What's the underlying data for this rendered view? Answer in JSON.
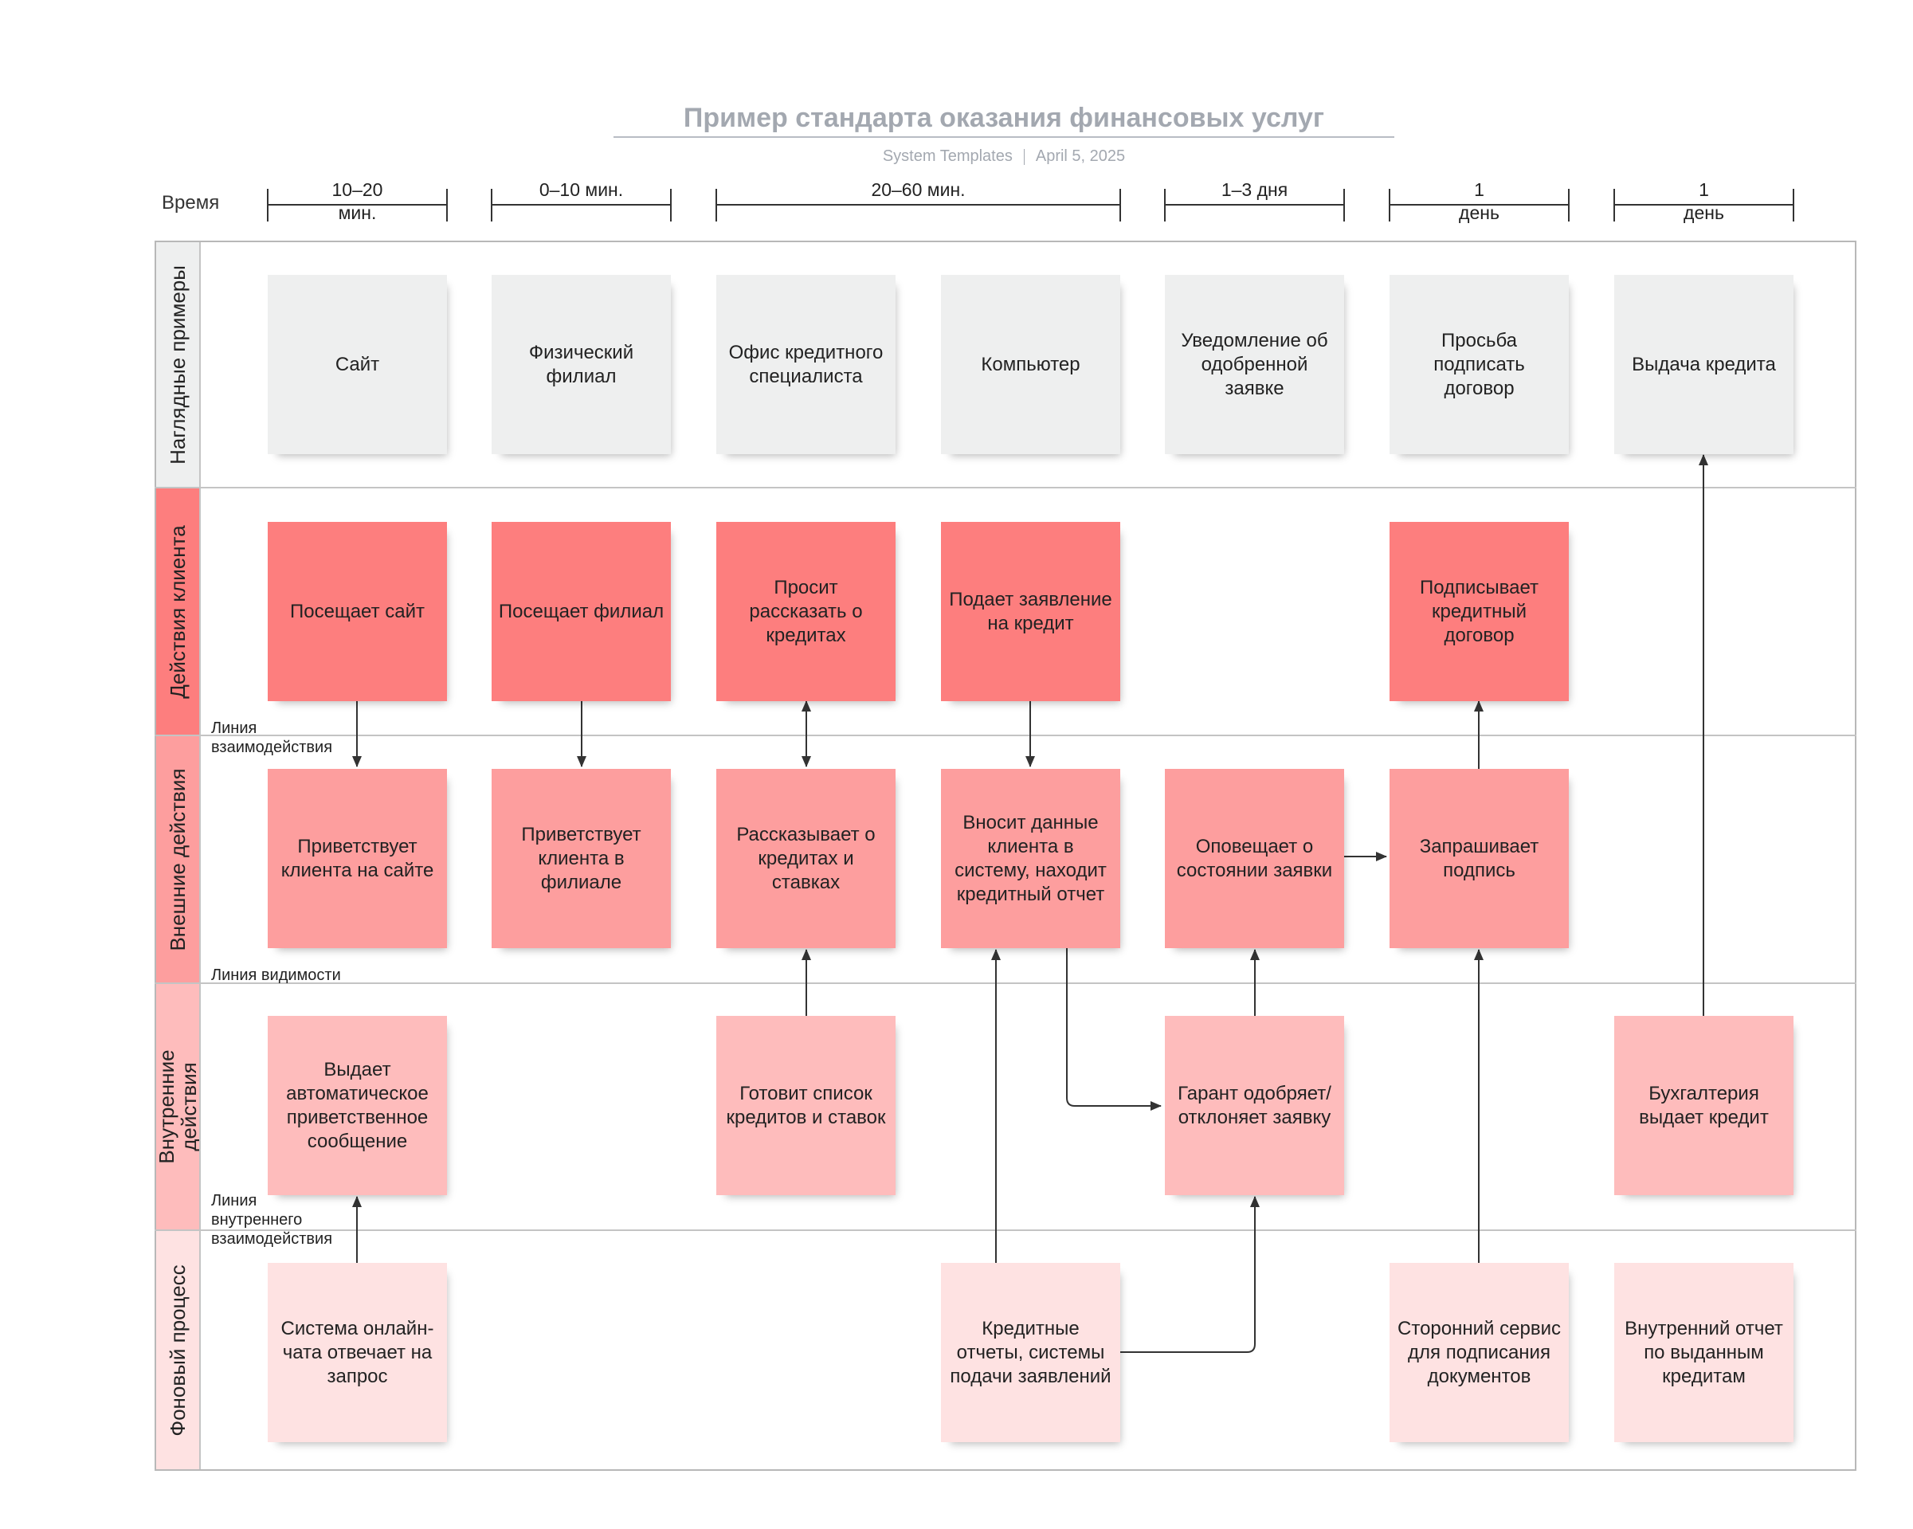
{
  "title": "Пример стандарта оказания финансовых услуг",
  "meta": {
    "author": "System Templates",
    "date": "April 5, 2025"
  },
  "time_label": "Время",
  "time_segments": [
    "10–20\nмин.",
    "0–10 мин.",
    "20–60 мин.",
    "1–3 дня",
    "1\nдень",
    "1\nдень"
  ],
  "lanes": [
    "Наглядные примеры",
    "Действия клиента",
    "Внешние действия",
    "Внутренние\nдействия",
    "Фоновый процесс"
  ],
  "line_notes": {
    "interaction": "Линия\nвзаимодействия",
    "visibility": "Линия видимости",
    "internal": "Линия\nвнутреннего\nвзаимодействия"
  },
  "cards": {
    "evidence": [
      "Сайт",
      "Физический филиал",
      "Офис кредитного специалиста",
      "Компьютер",
      "Уведомление об одобренной заявке",
      "Просьба подписать договор",
      "Выдача кредита"
    ],
    "customer": [
      "Посещает сайт",
      "Посещает филиал",
      "Просит рассказать о кредитах",
      "Подает заявление на кредит",
      "Подписывает кредитный договор"
    ],
    "frontstage": [
      "Приветствует клиента на сайте",
      "Приветствует клиента в филиале",
      "Рассказывает о кредитах и ставках",
      "Вносит данные клиента в систему, находит кредитный отчет",
      "Оповещает о состоянии заявки",
      "Запрашивает подпись"
    ],
    "backstage": [
      "Выдает автоматическое приветственное сообщение",
      "Готовит список кредитов и ставок",
      "Гарант одобряет/отклоняет заявку",
      "Бухгалтерия выдает кредит"
    ],
    "support": [
      "Система онлайн-чата отвечает на запрос",
      "Кредитные отчеты, системы подачи заявлений",
      "Сторонний сервис для подписания документов",
      "Внутренний отчет по выданным кредитам"
    ]
  },
  "colors": {
    "evidence": "#eeefef",
    "customer": "#fd7e7e",
    "frontstage": "#fd9e9e",
    "backstage": "#febcbc",
    "support": "#fee2e2",
    "lane_customer": "#fd7e7e",
    "lane_frontstage": "#fd9e9e",
    "lane_backstage": "#febcbc",
    "lane_support": "#fee2e2"
  }
}
